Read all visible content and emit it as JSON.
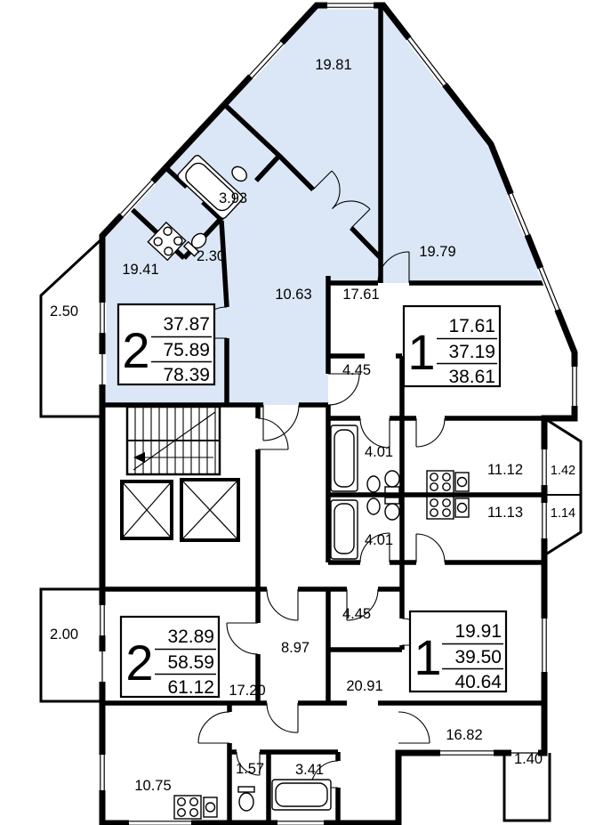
{
  "colors": {
    "highlight": "#dbe7f6",
    "wall": "#000000",
    "background": "#ffffff"
  },
  "apartments": [
    {
      "key": "top-left",
      "rooms_count": "2",
      "living_area": "37.87",
      "apartment_area": "75.89",
      "total_area": "78.39"
    },
    {
      "key": "top-right",
      "rooms_count": "1",
      "living_area": "17.61",
      "apartment_area": "37.19",
      "total_area": "38.61"
    },
    {
      "key": "bottom-left",
      "rooms_count": "2",
      "living_area": "32.89",
      "apartment_area": "58.59",
      "total_area": "61.12"
    },
    {
      "key": "bottom-right",
      "rooms_count": "1",
      "living_area": "19.91",
      "apartment_area": "39.50",
      "total_area": "40.64"
    }
  ],
  "room_areas": {
    "top_room": "19.81",
    "top_right_room": "19.79",
    "bath_top": "3.93",
    "wc_top": "2.30",
    "kitchen_top": "19.41",
    "hall_top": "10.63",
    "balcony_left_top": "2.50",
    "room_17_61": "17.61",
    "hall_4_45_top": "4.45",
    "bath_4_01_top": "4.01",
    "bath_4_01_bottom": "4.01",
    "kitchen_11_12": "11.12",
    "kitchen_11_13": "11.13",
    "balcony_1_42": "1.42",
    "balcony_1_14": "1.14",
    "balcony_left_bottom": "2.00",
    "hall_8_97": "8.97",
    "room_17_20": "17.20",
    "hall_4_45_bottom": "4.45",
    "room_20_91": "20.91",
    "room_16_82": "16.82",
    "balcony_1_40": "1.40",
    "kitchen_10_75": "10.75",
    "wc_1_57": "1.57",
    "bath_3_41": "3.41"
  }
}
